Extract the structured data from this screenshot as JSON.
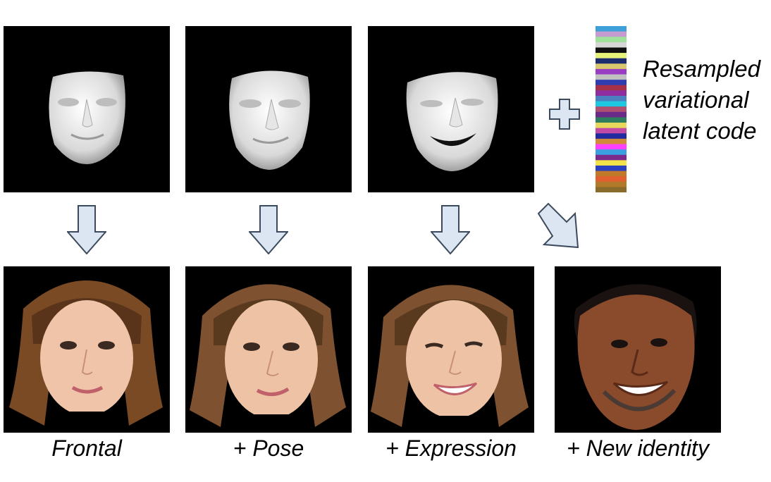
{
  "latent_label_lines": [
    "Resampled",
    "variational",
    "latent code"
  ],
  "captions": {
    "frontal": "Frontal",
    "pose": "+ Pose",
    "expression": "+ Expression",
    "new_identity": "+ New identity"
  },
  "colors": {
    "arrow_fill": "#dce6f2",
    "arrow_stroke": "#3b4a5c",
    "latent_stripes": [
      "#3ea0d8",
      "#c69bd0",
      "#9fe09a",
      "#d6d6d6",
      "#101010",
      "#e6f27a",
      "#1c2b6e",
      "#d9c76e",
      "#9a3dc4",
      "#c0c0c0",
      "#2f3db0",
      "#a8314a",
      "#8e2ea0",
      "#4c7fbf",
      "#1ec8e0",
      "#b05070",
      "#6a2a8a",
      "#2e7e5e",
      "#e8d85c",
      "#c04aa6",
      "#222aa0",
      "#d08a3a",
      "#ff40ff",
      "#3aa0e0",
      "#7a2a8a",
      "#f2e24a",
      "#2a40c0",
      "#c07a2a",
      "#e06030",
      "#b07a2a",
      "#8a6a2a"
    ]
  },
  "icons": [
    "arrow-down-icon",
    "arrow-diagonal-icon",
    "plus-icon"
  ]
}
